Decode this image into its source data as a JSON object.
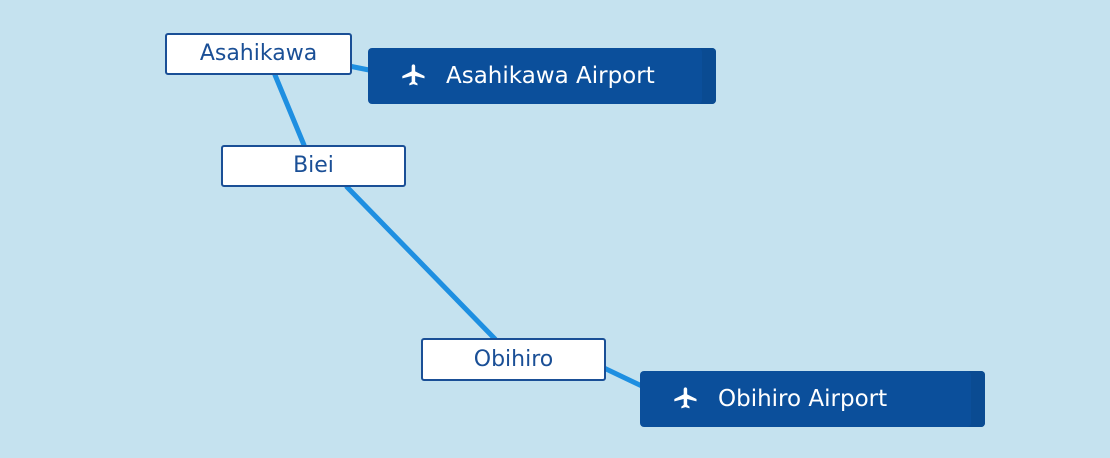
{
  "map": {
    "colors": {
      "background": "#c5e2ef",
      "route": "#1e8fe1",
      "station_border": "#1a4f96",
      "station_text": "#1a4f96",
      "airport_background": "#0b4f9b",
      "airport_text": "#ffffff"
    },
    "stations": [
      {
        "label": "Asahikawa"
      },
      {
        "label": "Biei"
      },
      {
        "label": "Obihiro"
      }
    ],
    "airports": [
      {
        "label": "Asahikawa Airport",
        "icon": "airplane-icon"
      },
      {
        "label": "Obihiro Airport",
        "icon": "airplane-icon"
      }
    ]
  }
}
